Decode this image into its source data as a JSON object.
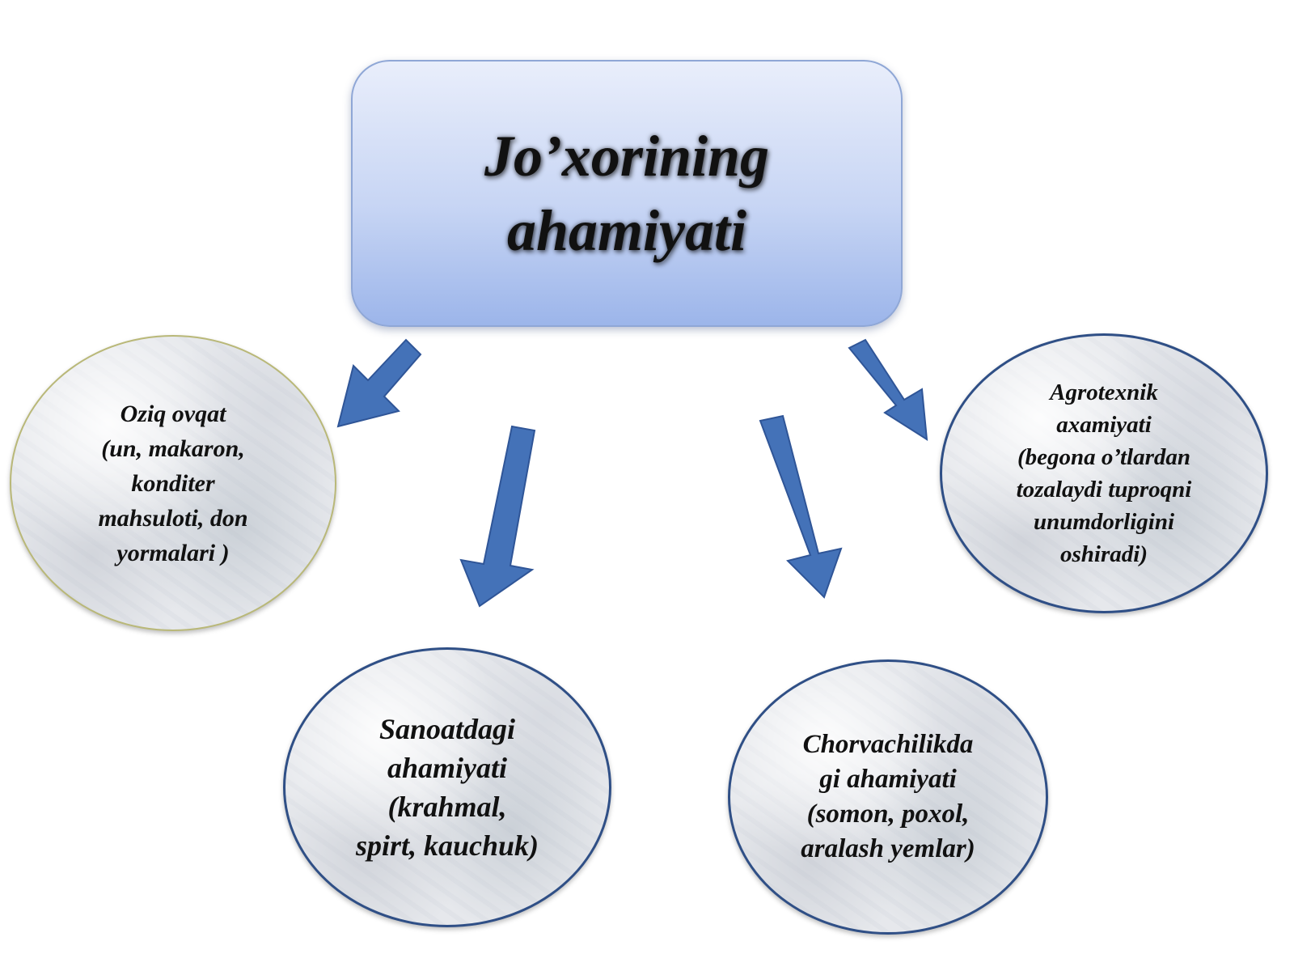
{
  "title": "Jo’xorining\nahamiyati",
  "nodes": {
    "food": "Oziq ovqat\n(un, makaron,\nkonditer\nmahsuloti, don\nyormalari )",
    "industry": "Sanoatdagi\nahamiyati\n(krahmal,\nspirt, kauchuk)",
    "livestock": "Chorvachilikda\ngi ahamiyati\n(somon, poxol,\naralash yemlar)",
    "agro": "Agrotexnik\naxamiyati\n(begona o’tlardan\ntozalaydi tuproqni\nunumdorligini\noshiradi)"
  },
  "colors": {
    "arrow": "#4472b8",
    "arrow_stroke": "#2f5597",
    "title_border": "#8fa7d6",
    "node_border": "#2f4f86"
  }
}
